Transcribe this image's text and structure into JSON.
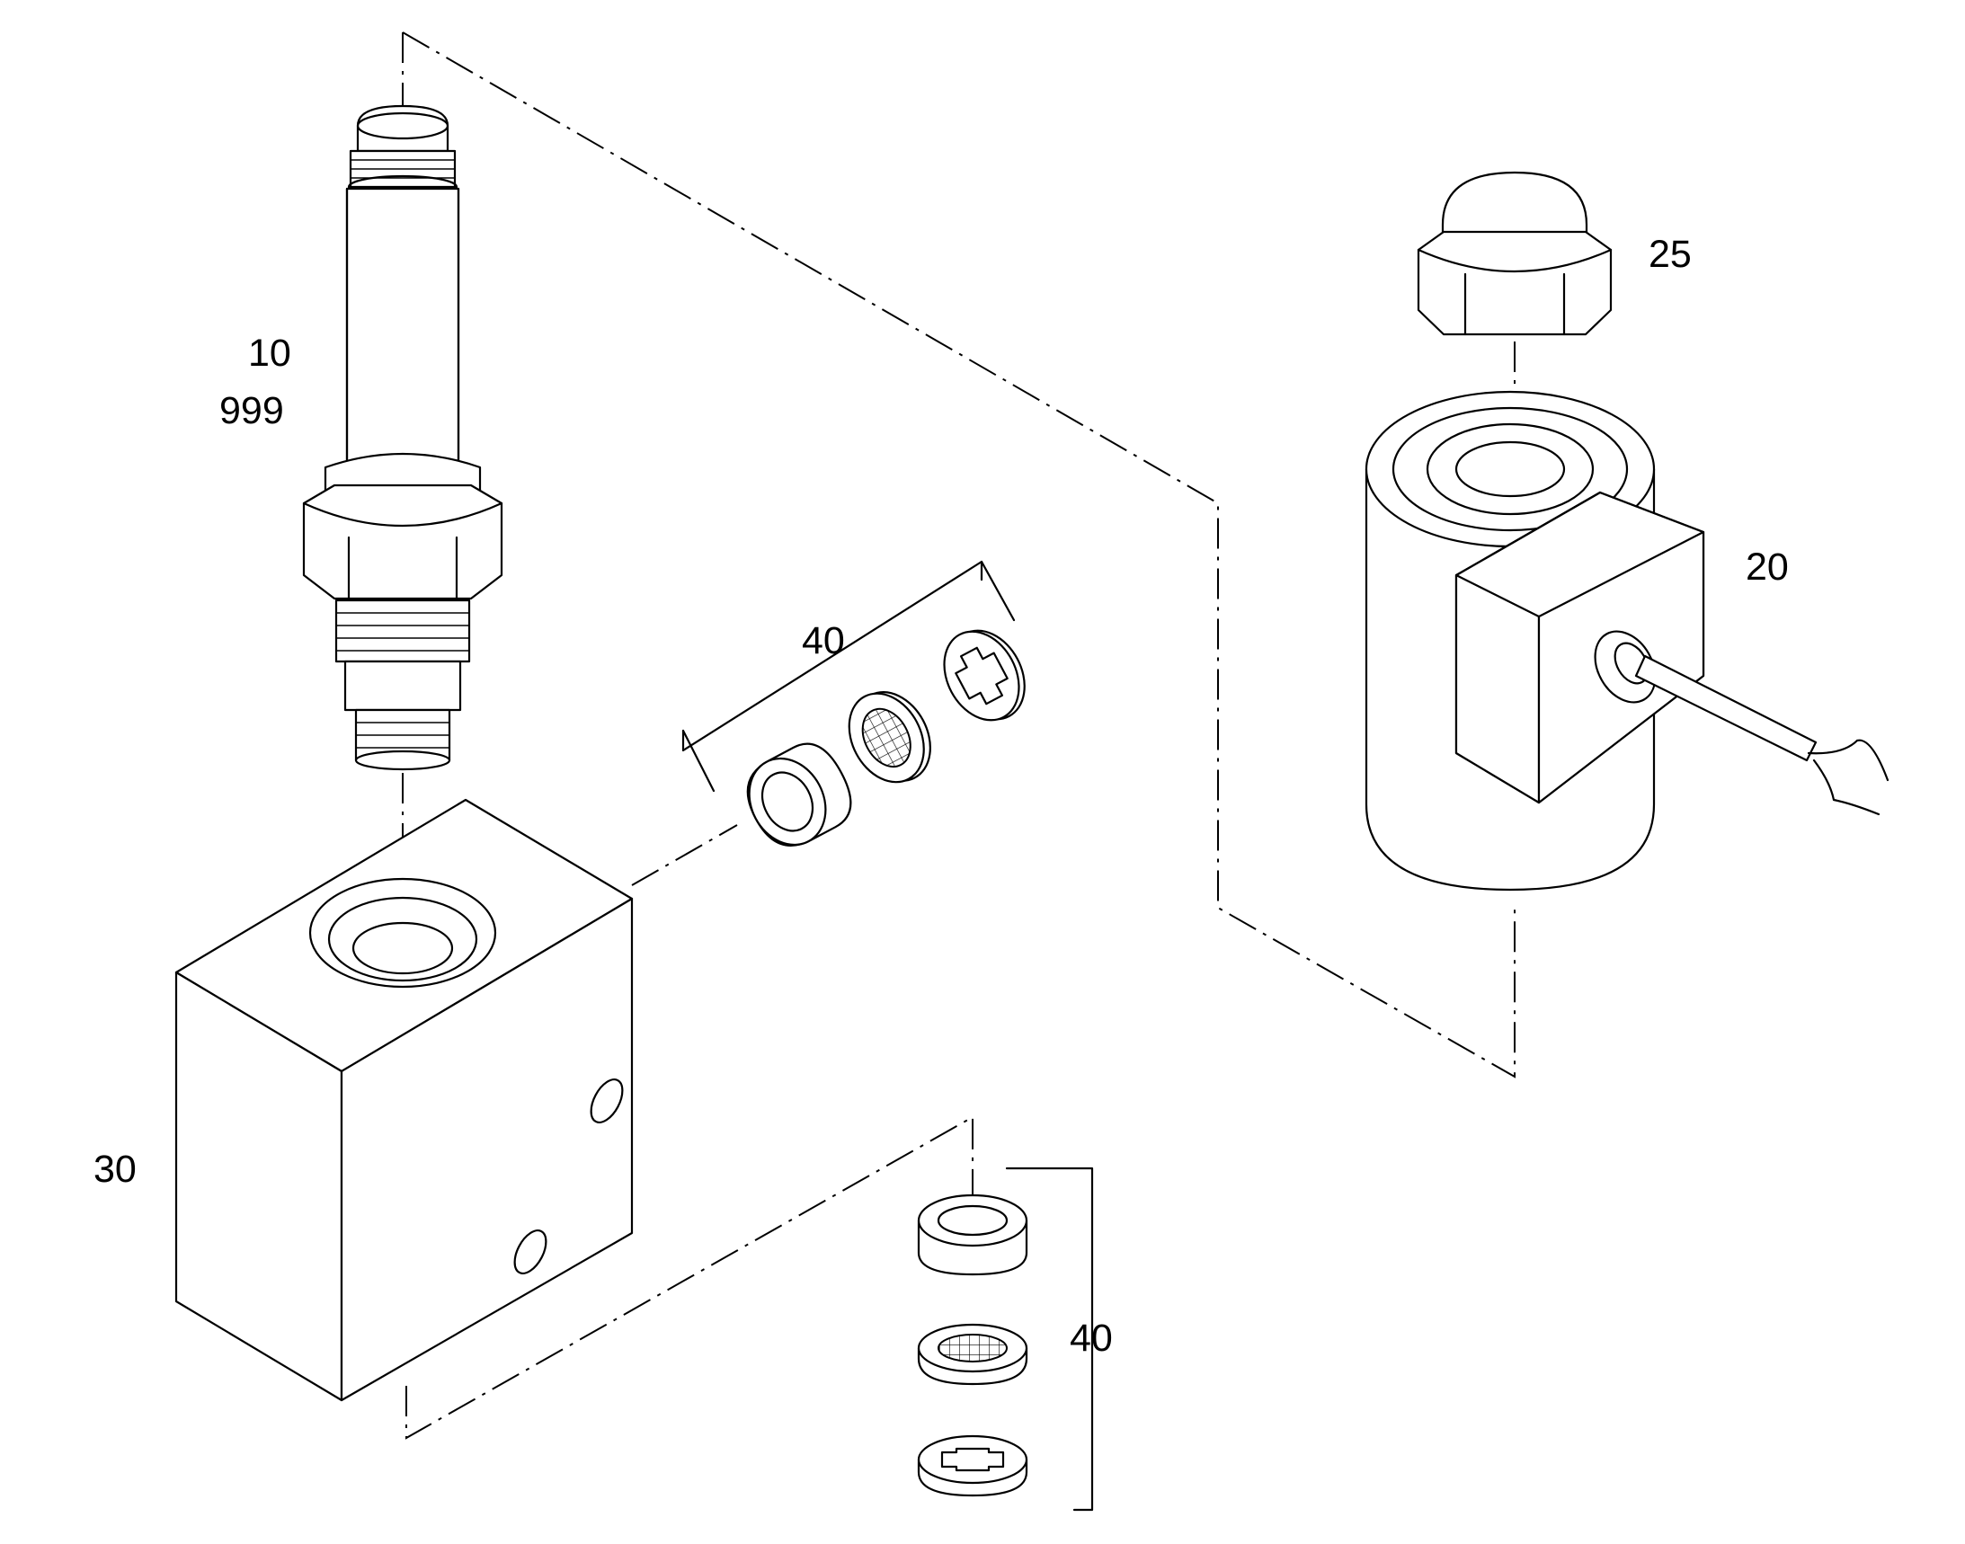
{
  "callouts": {
    "part_10": "10",
    "part_999": "999",
    "part_25": "25",
    "part_20": "20",
    "part_40_upper": "40",
    "part_40_lower": "40",
    "part_30": "30"
  },
  "colors": {
    "line": "#000000",
    "background": "#ffffff"
  }
}
